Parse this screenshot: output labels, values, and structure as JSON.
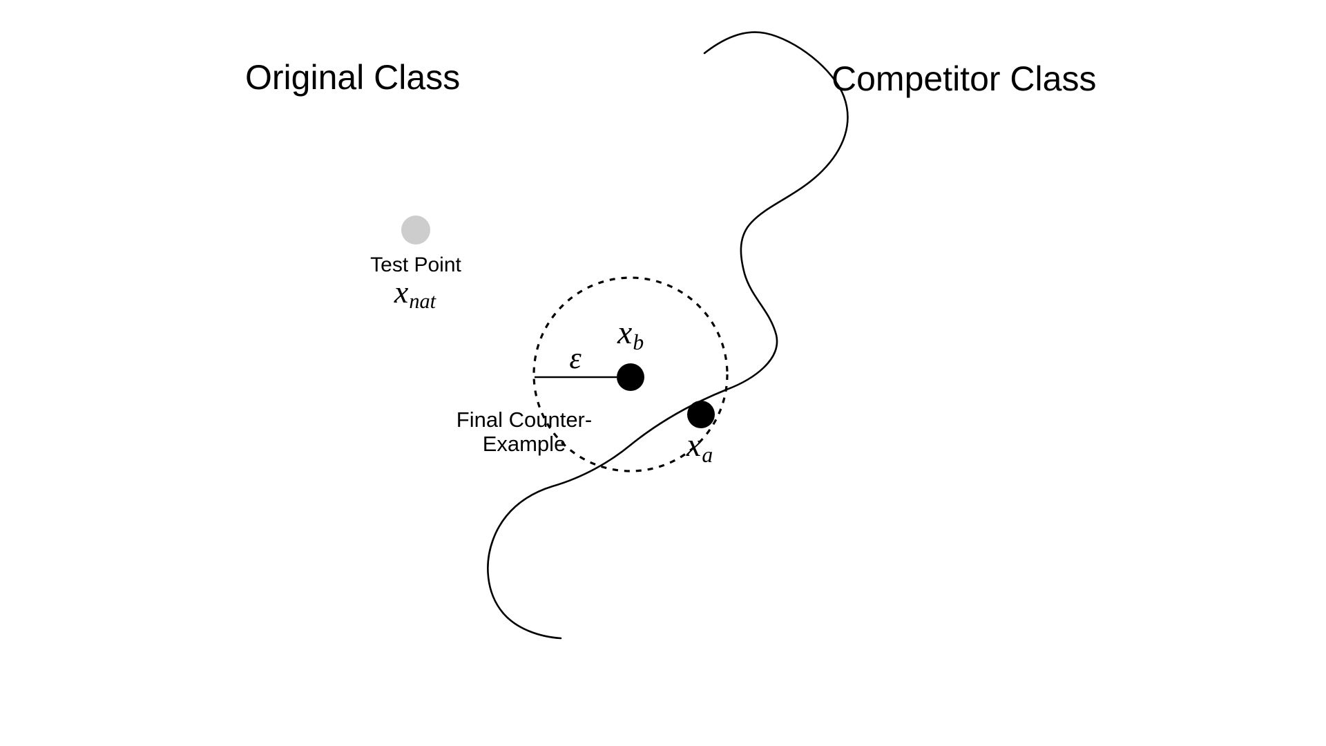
{
  "canvas": {
    "background": "#ffffff",
    "ink": "#000000"
  },
  "titles": {
    "original": "Original Class",
    "competitor": "Competitor Class"
  },
  "test_point": {
    "caption": "Test Point",
    "symbol_base": "x",
    "symbol_sub": "nat",
    "dot_color": "#cdcdcd"
  },
  "epsilon_ball": {
    "radius_label": "ε"
  },
  "points": {
    "xb": {
      "base": "x",
      "sub": "b"
    },
    "xa": {
      "base": "x",
      "sub": "a"
    }
  },
  "counter_example": {
    "line1": "Final Counter-",
    "line2": "Example"
  }
}
